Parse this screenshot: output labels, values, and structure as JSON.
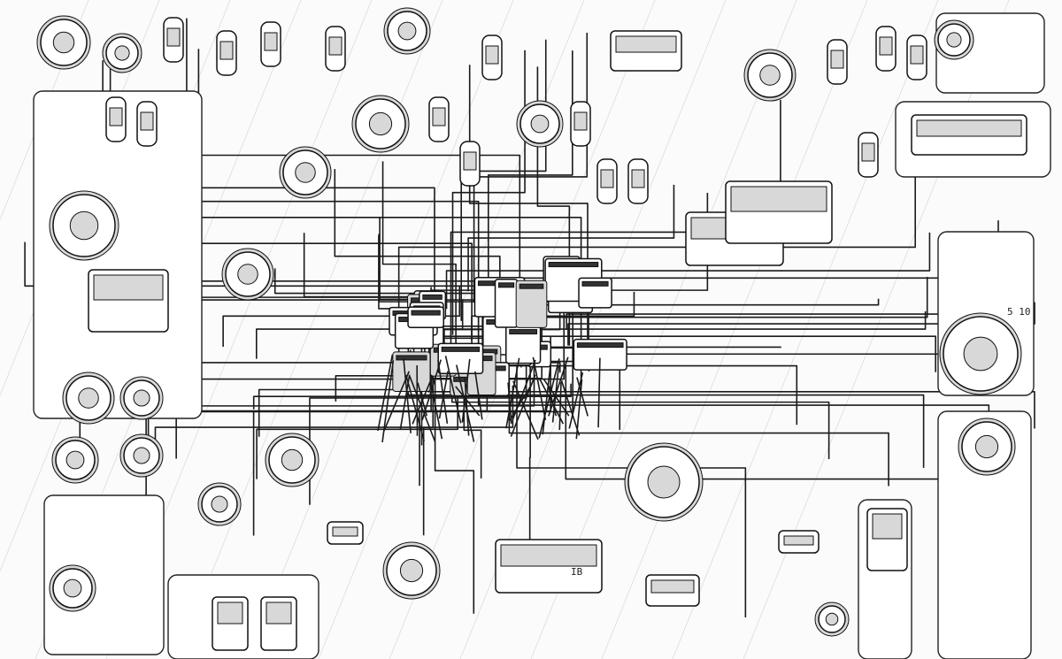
{
  "illustration": {
    "subject": "circuit-network-line-art",
    "labels": {
      "center_tag": "IB",
      "right_tag": "5 10"
    },
    "colors": {
      "ink": "#1a1a1a",
      "paper": "#fbfbfb",
      "grey": "#d8d8d8"
    }
  }
}
